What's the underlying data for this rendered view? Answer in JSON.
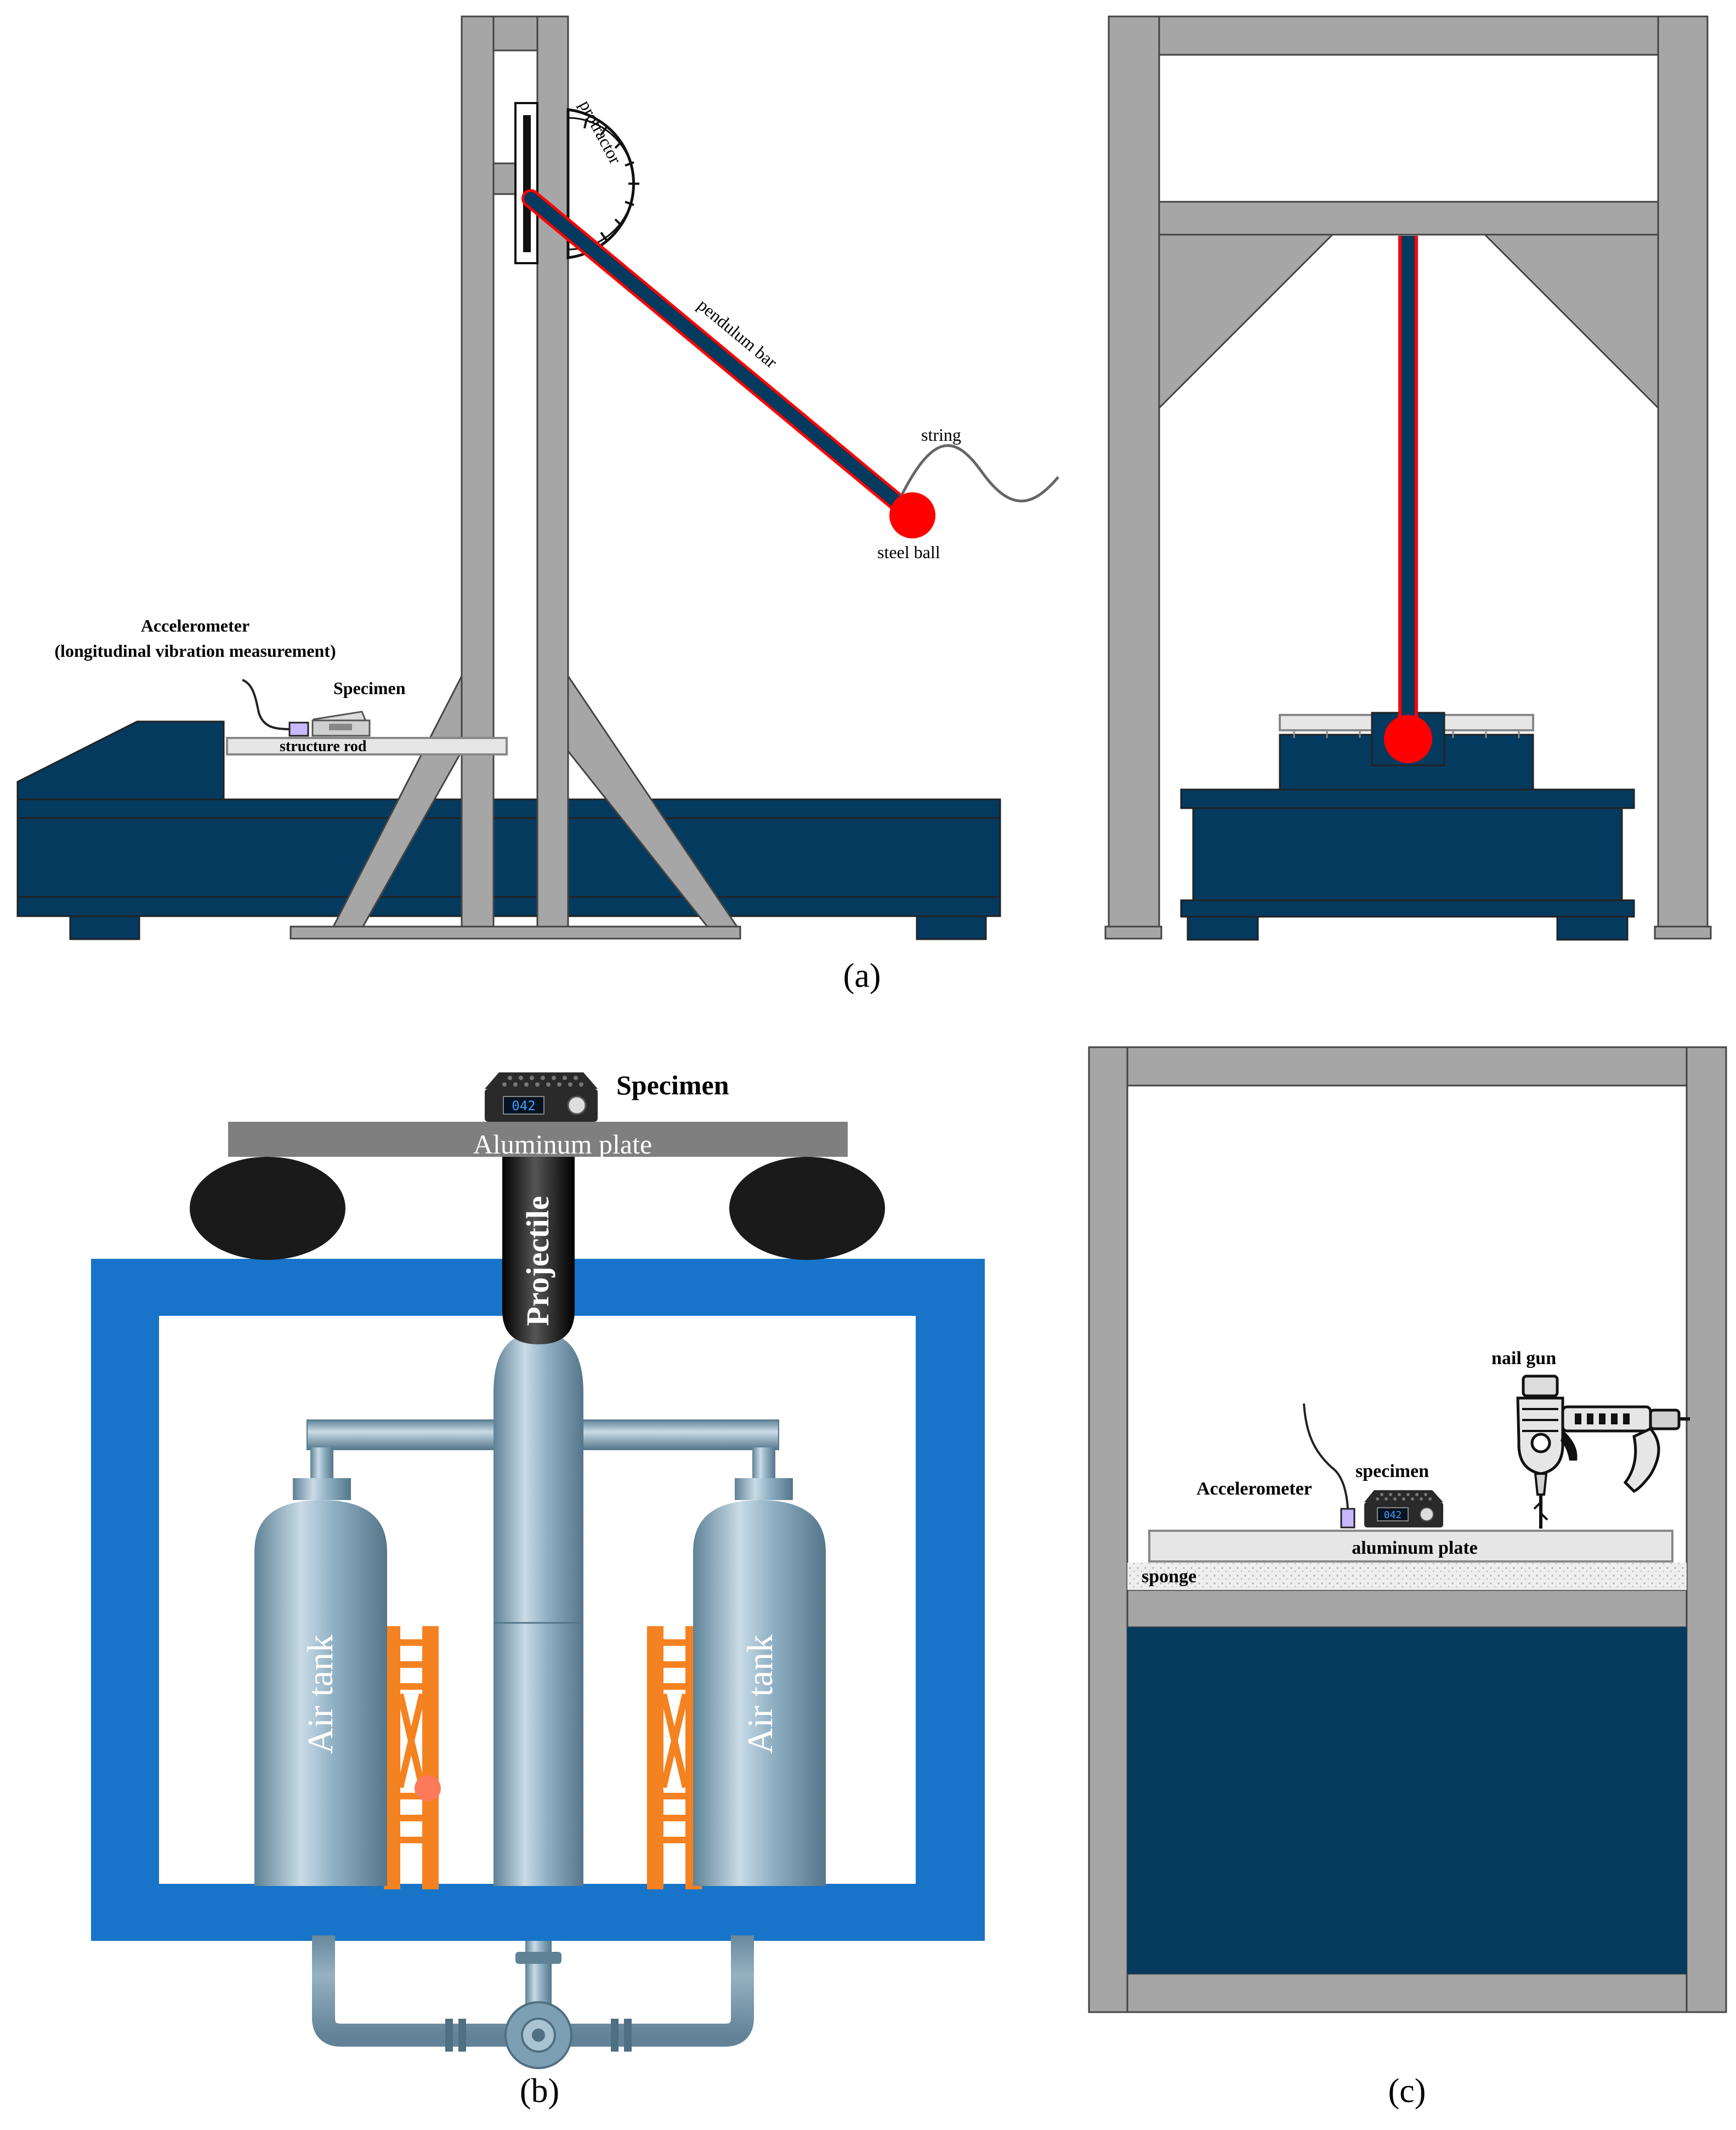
{
  "colors": {
    "frame_gray": "#a6a6a6",
    "outline": "#3a3a3a",
    "navy": "#053a5f",
    "blue_frame": "#1874c8",
    "red": "#ff0000",
    "tank": "#7d9fb4",
    "rack_orange": "#f58220",
    "black": "#1a1a1a"
  },
  "panel_a": {
    "caption": "(a)",
    "protractor": "protractor",
    "pendulum_bar": "pendulum bar",
    "string": "string",
    "steel_ball": "steel ball",
    "accelerometer_line1": "Accelerometer",
    "accelerometer_line2": "(longitudinal vibration measurement)",
    "specimen": "Specimen",
    "structure_rod": "structure rod"
  },
  "panel_b": {
    "caption": "(b)",
    "specimen": "Specimen",
    "aluminum_plate": "Aluminum plate",
    "projectile": "Projectile",
    "air_tank_left": "Air tank",
    "air_tank_right": "Air tank",
    "display_value": "042"
  },
  "panel_c": {
    "caption": "(c)",
    "nail_gun": "nail gun",
    "specimen": "specimen",
    "accelerometer": "Accelerometer",
    "aluminum_plate": "aluminum plate",
    "sponge": "sponge",
    "display_value": "042"
  },
  "icons": [
    "protractor-icon",
    "steel-ball-icon",
    "accelerometer-icon",
    "specimen-device-icon",
    "air-tank-icon",
    "nail-gun-icon"
  ]
}
